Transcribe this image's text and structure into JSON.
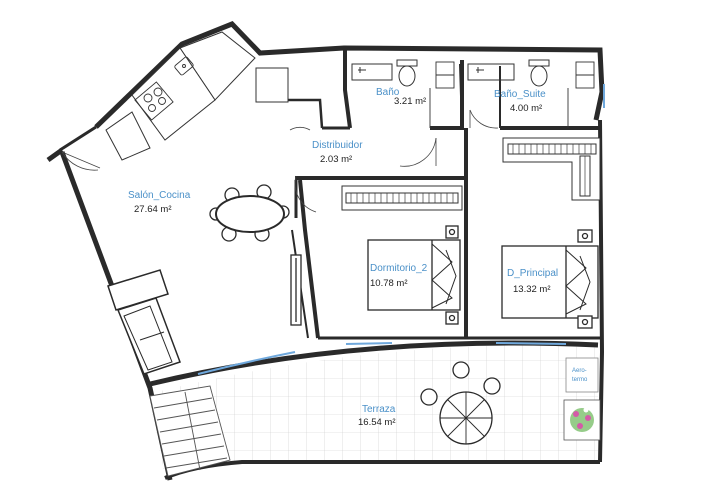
{
  "colors": {
    "room_name": "#4a90c8",
    "area_text": "#222222",
    "wall": "#2a2a2a",
    "window": "#6fa8dc",
    "plant_leaf": "#7cbf6b",
    "plant_flower": "#d45aa8"
  },
  "rooms": [
    {
      "id": "salon",
      "name": "Salón_Cocina",
      "area": "27.64 m²"
    },
    {
      "id": "distribuidor",
      "name": "Distribuidor",
      "area": "2.03 m²"
    },
    {
      "id": "bano",
      "name": "Baño",
      "area": "3.21 m²"
    },
    {
      "id": "bano-suite",
      "name": "Baño_Suite",
      "area": "4.00 m²"
    },
    {
      "id": "dormitorio-2",
      "name": "Dormitorio_2",
      "area": "10.78 m²"
    },
    {
      "id": "d-principal",
      "name": "D_Principal",
      "area": "13.32 m²"
    },
    {
      "id": "terraza",
      "name": "Terraza",
      "area": "16.54 m²"
    }
  ],
  "labels": {
    "aerotermo_line1": "Aero-",
    "aerotermo_line2": "termo"
  },
  "icons": [
    "stove-icon",
    "sink-icon",
    "toilet-icon",
    "bathtub-icon",
    "bed-icon",
    "dining-table-icon",
    "sofa-icon",
    "wardrobe-icon",
    "umbrella-table-icon",
    "plant-icon",
    "staircase-icon"
  ]
}
